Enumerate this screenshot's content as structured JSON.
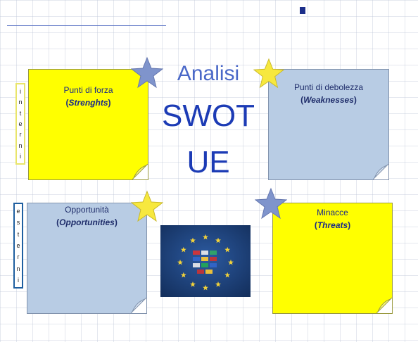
{
  "title": {
    "line1": "Analisi",
    "line2": "SWOT",
    "line3": "UE"
  },
  "side_labels": {
    "interni": [
      "i",
      "n",
      "t",
      "e",
      "r",
      "n",
      "i"
    ],
    "esterni": [
      "e",
      "s",
      "t",
      "e",
      "r",
      "n",
      "i"
    ]
  },
  "quadrants": {
    "strengths": {
      "line1": "Punti di forza",
      "open": "(",
      "en": "Strenghts",
      "close": ")"
    },
    "weaknesses": {
      "line1": "Punti di debolezza",
      "open": "(",
      "en": "Weaknesses",
      "close": ")"
    },
    "opportunities": {
      "line1": "Opportunità",
      "open": "(",
      "en": "Opportunities",
      "close": ")"
    },
    "threats": {
      "line1": "Minacce",
      "open": "(",
      "en": "Threats",
      "close": ")"
    }
  },
  "colors": {
    "yellow_note": "#ffff00",
    "blue_note": "#b8cce4",
    "title_blue": "#1c3bb5",
    "star_yellow": "#f7e83e",
    "star_blue": "#7f94cc",
    "flag_blue": "#1b3d7a"
  },
  "icons": [
    "star-icon",
    "eu-flag-image"
  ]
}
